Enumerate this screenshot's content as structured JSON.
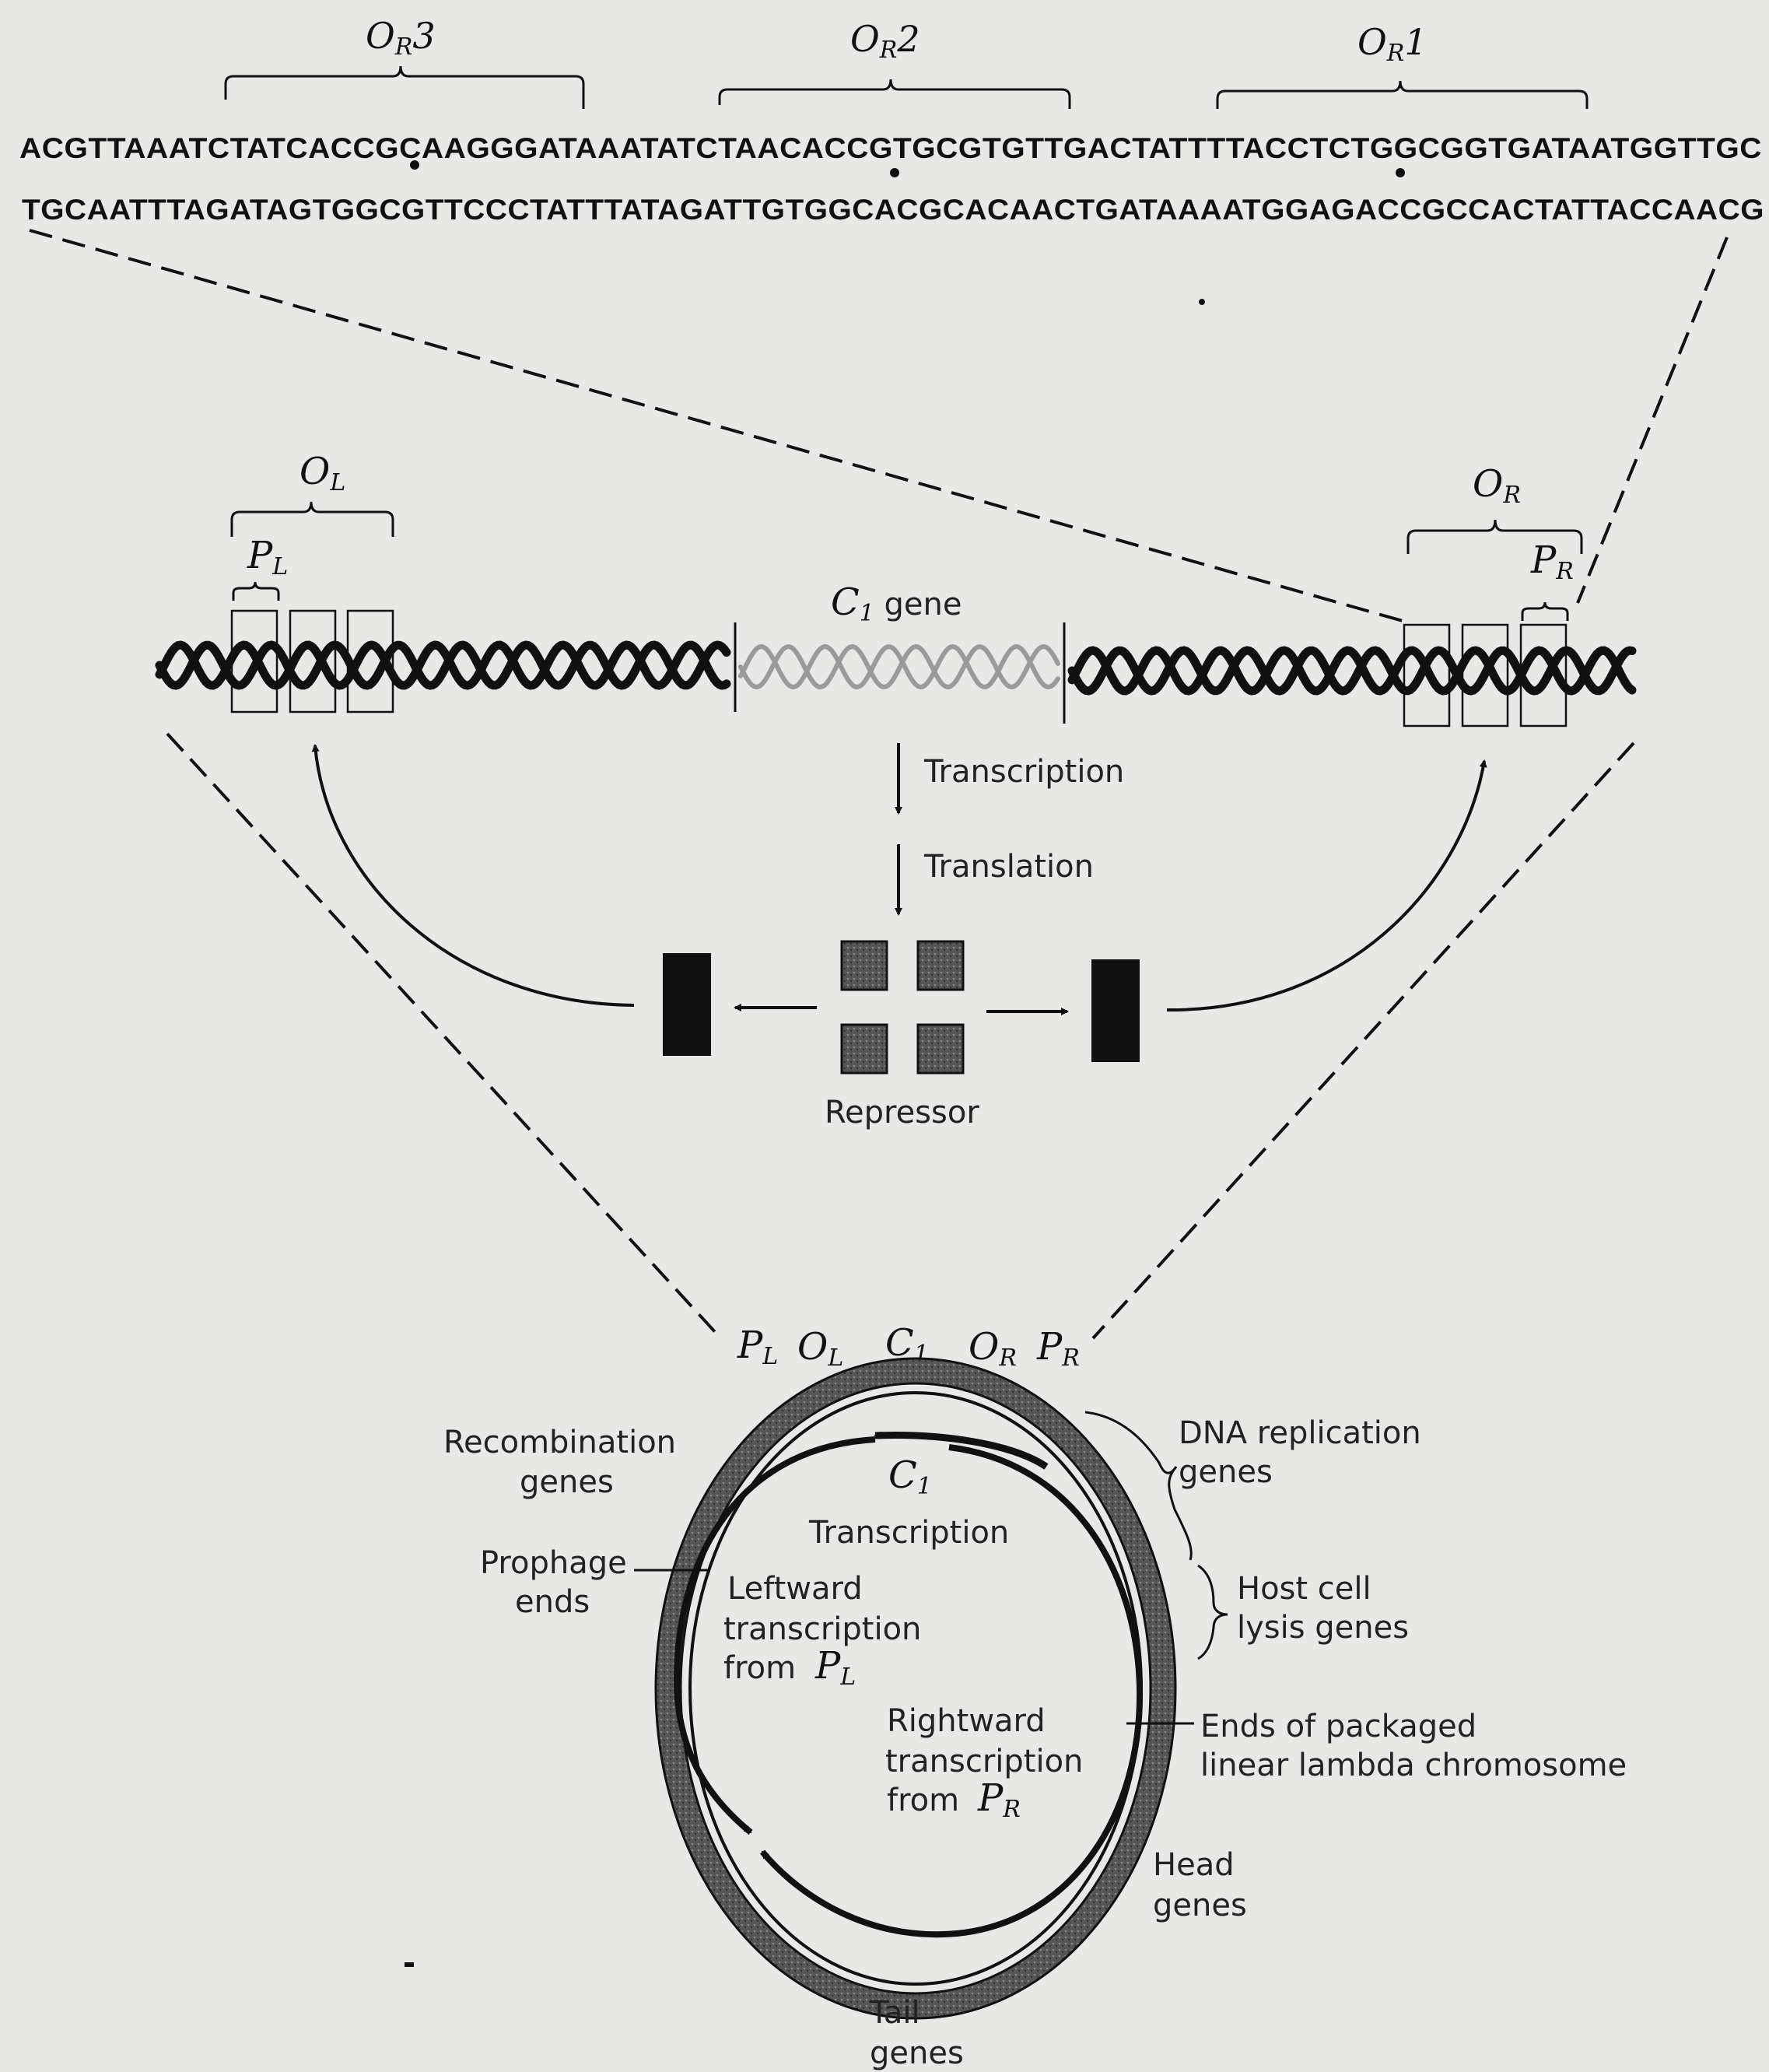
{
  "sequence": {
    "top_strand": "ACGTTAAATCTATCACCGCAAGGGATAAATATCTAACACCGTGCGTGTTGACTATTTTACCTCTGGCGGTGATAATGGTTGC",
    "bottom_strand": "TGCAATTTAGATAGTGGCGTTCCCTATTTATAGATTGTGGCACGCACAACTGATAAAATGGAGACCGCCACTATTACCAACG",
    "operators": [
      {
        "main": "O",
        "sub": "R",
        "num": "3"
      },
      {
        "main": "O",
        "sub": "R",
        "num": "2"
      },
      {
        "main": "O",
        "sub": "R",
        "num": "1"
      }
    ]
  },
  "gene_region": {
    "ol_label": {
      "main": "O",
      "sub": "L"
    },
    "pl_label": {
      "main": "P",
      "sub": "L"
    },
    "or_label": {
      "main": "O",
      "sub": "R"
    },
    "pr_label": {
      "main": "P",
      "sub": "R"
    },
    "c1_gene": {
      "main": "C",
      "sub": "1",
      "text": " gene"
    }
  },
  "process": {
    "transcription": "Transcription",
    "translation": "Translation",
    "repressor": "Repressor"
  },
  "chromosome": {
    "top_labels": [
      {
        "main": "P",
        "sub": "L"
      },
      {
        "main": "O",
        "sub": "L"
      },
      {
        "main": "C",
        "sub": "1"
      },
      {
        "main": "O",
        "sub": "R"
      },
      {
        "main": "P",
        "sub": "R"
      }
    ],
    "recombination": [
      "Recombination",
      "genes"
    ],
    "dna_replication": [
      "DNA replication",
      "genes"
    ],
    "prophage": [
      "Prophage",
      "ends"
    ],
    "lysis": [
      "Host cell",
      "lysis genes"
    ],
    "c1_inner": {
      "main": "C",
      "sub": "1"
    },
    "c1_transcription": "Transcription",
    "leftward": [
      "Leftward",
      "transcription",
      "from"
    ],
    "leftward_promoter": {
      "main": "P",
      "sub": "L"
    },
    "rightward": [
      "Rightward",
      "transcription",
      "from"
    ],
    "rightward_promoter": {
      "main": "P",
      "sub": "R"
    },
    "packaged_ends": [
      "Ends of packaged",
      "linear lambda chromosome"
    ],
    "head": [
      "Head",
      "genes"
    ],
    "tail": [
      "Tail",
      "genes"
    ]
  }
}
